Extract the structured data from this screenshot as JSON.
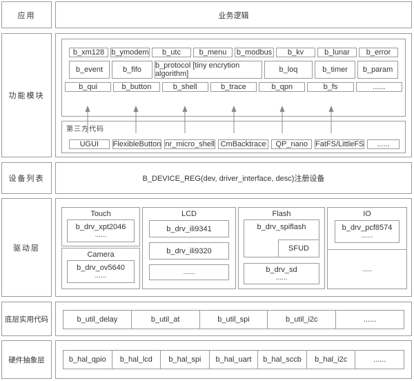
{
  "colors": {
    "border": "#999999",
    "text": "#333333",
    "background": "#ffffff",
    "arrow": "#888888"
  },
  "layers": {
    "app": {
      "label": "应用",
      "content": "业务逻辑"
    },
    "modules": {
      "label": "功能模块",
      "row1": [
        "b_xm128",
        "b_ymodem",
        "b_utc",
        "b_menu",
        "b_modbus",
        "b_kv",
        "b_lunar",
        "b_error"
      ],
      "row2": [
        "b_event",
        "b_fifo",
        "b_protocol [tiny encrytion algorithm]",
        "b_loq",
        "b_timer",
        "b_param"
      ],
      "row3": [
        "b_qui",
        "b_button",
        "b_shell",
        "b_trace",
        "b_qpn",
        "b_fs",
        "......"
      ],
      "third_party": {
        "label": "第三方代码",
        "items": [
          "UGUI",
          "FlexibleButton",
          "nr_micro_shell",
          "CmBacktrace",
          "QP_nano",
          "FatFS/LittleFS",
          "......"
        ]
      }
    },
    "device": {
      "label": "设备列表",
      "content": "B_DEVICE_REG(dev, driver_interface, desc)注册设备"
    },
    "driver": {
      "label": "驱动层",
      "touch": {
        "header": "Touch",
        "chip": "b_drv_xpt2046",
        "more": "......"
      },
      "camera": {
        "header": "Camera",
        "chip": "b_drv_ov5640",
        "more": "......"
      },
      "lcd": {
        "header": "LCD",
        "chip1": "b_drv_ili9341",
        "chip2": "b_drv_ili9320",
        "more": "......"
      },
      "flash": {
        "header": "Flash",
        "chip1": "b_drv_spiflash",
        "sub": "SFUD",
        "chip2": "b_drv_sd",
        "more": "......"
      },
      "io": {
        "header": "IO",
        "chip": "b_drv_pcf8574",
        "more": "......",
        "bottom": "....."
      }
    },
    "util": {
      "label": "底层实用代码",
      "items": [
        "b_util_delay",
        "b_util_at",
        "b_util_spi",
        "b_util_i2c",
        "......"
      ]
    },
    "hal": {
      "label": "硬件抽象层",
      "items": [
        "b_hal_qpio",
        "b_hal_lcd",
        "b_hal_spi",
        "b_hal_uart",
        "b_hal_sccb",
        "b_hal_i2c",
        "......"
      ]
    }
  }
}
